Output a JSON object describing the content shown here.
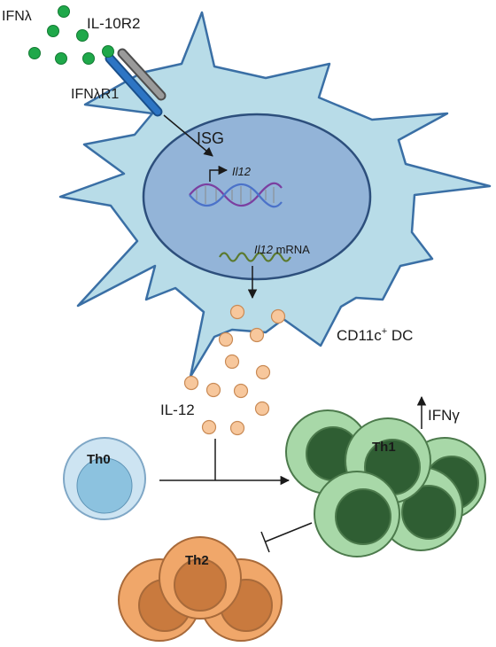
{
  "labels": {
    "ifn_lambda": "IFNλ",
    "il10r2": "IL-10R2",
    "ifnlr1": "IFNλR1",
    "isg": "ISG",
    "il12_gene": "Il12",
    "il12_mrna_gene": "Il12",
    "mrna_suffix": " mRNA",
    "cd11c_main": "CD11c",
    "cd11c_sup": "+",
    "cd11c_suffix": " DC",
    "il12": "IL-12",
    "ifn_gamma": "IFNγ",
    "th0": "Th0",
    "th1": "Th1",
    "th2": "Th2"
  },
  "icons": {
    "dna": "dna-double-helix-icon",
    "mrna": "mrna-strand-icon",
    "receptor": "receptor-complex-icon"
  },
  "colors": {
    "cell_fill": "#b8dce8",
    "cell_stroke": "#3a6fa5",
    "nucleus_fill": "#93b4d8",
    "nucleus_stroke": "#2d4f7c",
    "ifn_dot": "#1fa84a",
    "il12_dot": "#f7c79c",
    "il12_dot_stroke": "#c98a55",
    "th0_outer": "#cde4f2",
    "th0_inner": "#8cc2df",
    "th1_outer": "#a8d8a8",
    "th1_inner": "#2f5e33",
    "th2_outer": "#f0a76a",
    "th2_inner": "#c97a3e",
    "receptor_blue": "#2d75c4",
    "receptor_grey": "#808080",
    "dna_purple": "#7b3fa0",
    "dna_blue": "#4b72c9",
    "mrna_green": "#5b7a2e"
  }
}
